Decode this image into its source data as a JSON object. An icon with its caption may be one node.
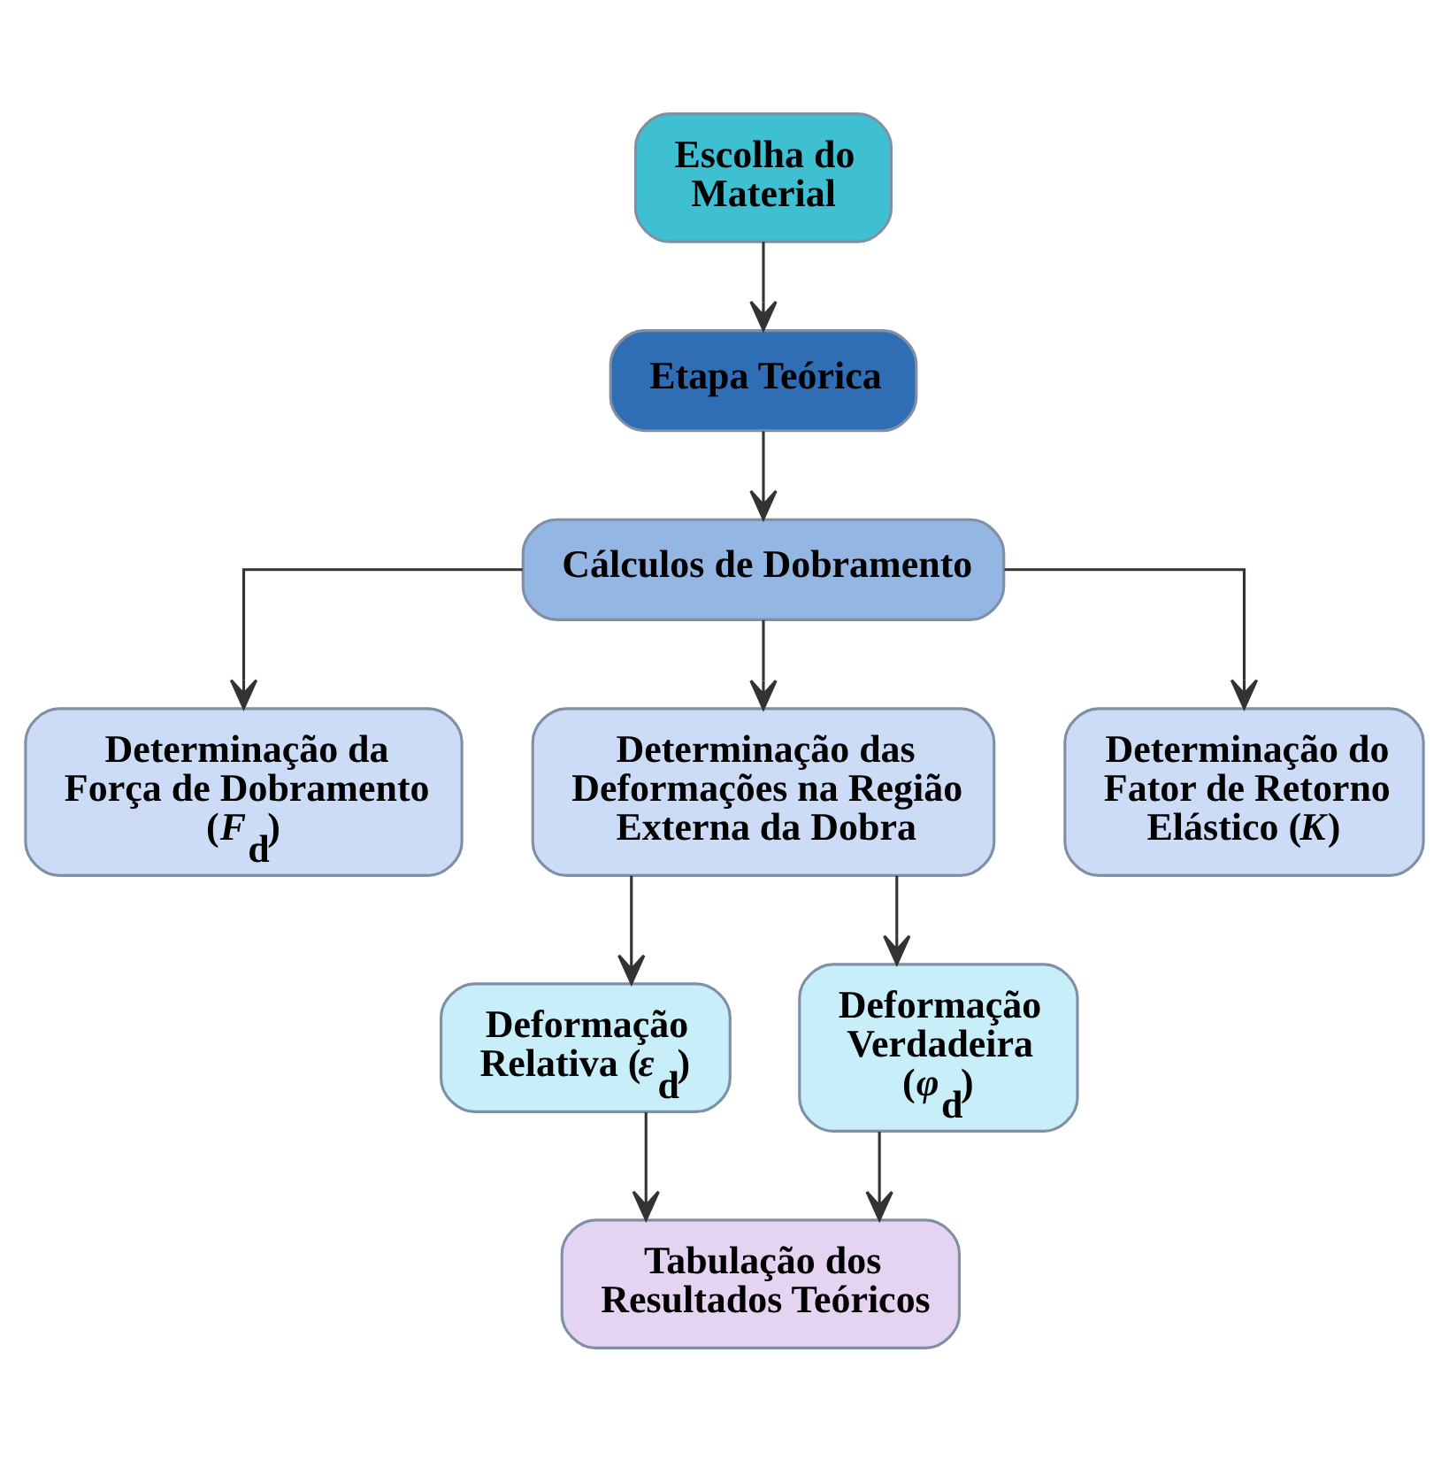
{
  "diagram": {
    "nodes": [
      {
        "text": [
          "Escolha do Material"
        ]
      },
      {
        "text": [
          "Etapa Teórica"
        ]
      },
      {
        "text": [
          "Cálculos de Dobramento"
        ]
      },
      {
        "text": [
          "Determinação da Força de Dobramento (*F*$_{d}$)"
        ]
      },
      {
        "text": [
          "Determinação das Deformações na Região Externa da Dobra"
        ]
      },
      {
        "text": [
          "Determinação do Fator de Retorno Elástico (*K*)"
        ]
      },
      {
        "text": [
          "Deformação Relativa (*ε*$_{d}$)"
        ]
      },
      {
        "text": [
          "Deformação Verdadeira (*φ*$_{d}$)"
        ]
      },
      {
        "text": [
          "Tabulação dos Resultados Teóricos"
        ]
      }
    ],
    "edges": [
      {
        "from": 0,
        "to": 1,
        "arrow": "to"
      },
      {
        "from": 1,
        "to": 2,
        "arrow": "to"
      },
      {
        "from": 2,
        "to": 3,
        "arrow": "to"
      },
      {
        "from": 2,
        "to": 4,
        "arrow": "to"
      },
      {
        "from": 2,
        "to": 5,
        "arrow": "to"
      },
      {
        "from": 4,
        "to": 6,
        "arrow": "to"
      },
      {
        "from": 4,
        "to": 7,
        "arrow": "to"
      },
      {
        "from": 6,
        "to": 8,
        "arrow": "to"
      },
      {
        "from": 7,
        "to": 8,
        "arrow": "to"
      }
    ]
  }
}
